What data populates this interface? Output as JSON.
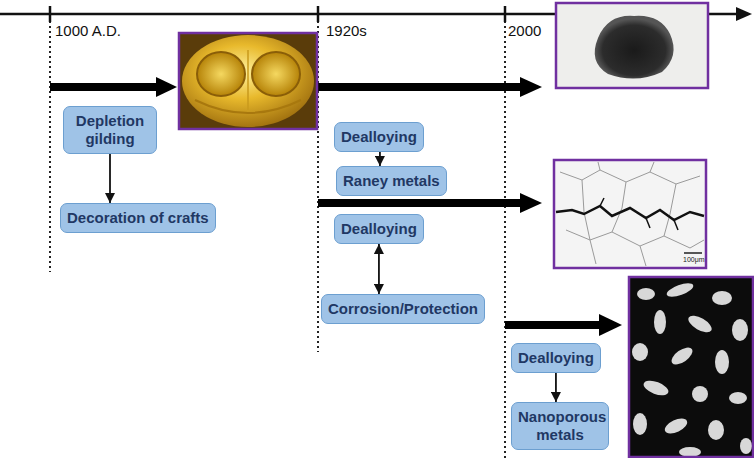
{
  "diagram": {
    "nodes": [
      {
        "text": [
          "Depletion gilding"
        ]
      },
      {
        "text": [
          "Decoration of crafts"
        ]
      },
      {
        "text": [
          "Dealloying"
        ]
      },
      {
        "text": [
          "Raney metals"
        ]
      },
      {
        "text": [
          "Dealloying"
        ]
      },
      {
        "text": [
          "Corrosion/Protection"
        ]
      },
      {
        "text": [
          "Dealloying"
        ]
      },
      {
        "text": [
          "Nanoporous metals"
        ]
      }
    ],
    "edges": [
      {
        "from": 0,
        "to": 1,
        "arrow": "to"
      },
      {
        "from": 2,
        "to": 3,
        "arrow": "to"
      },
      {
        "from": 4,
        "to": 5,
        "arrow": "both"
      },
      {
        "from": 6,
        "to": 7,
        "arrow": "to"
      }
    ],
    "labels": [
      "1000 A.D.",
      "1920s",
      "2000",
      "100μm"
    ]
  }
}
